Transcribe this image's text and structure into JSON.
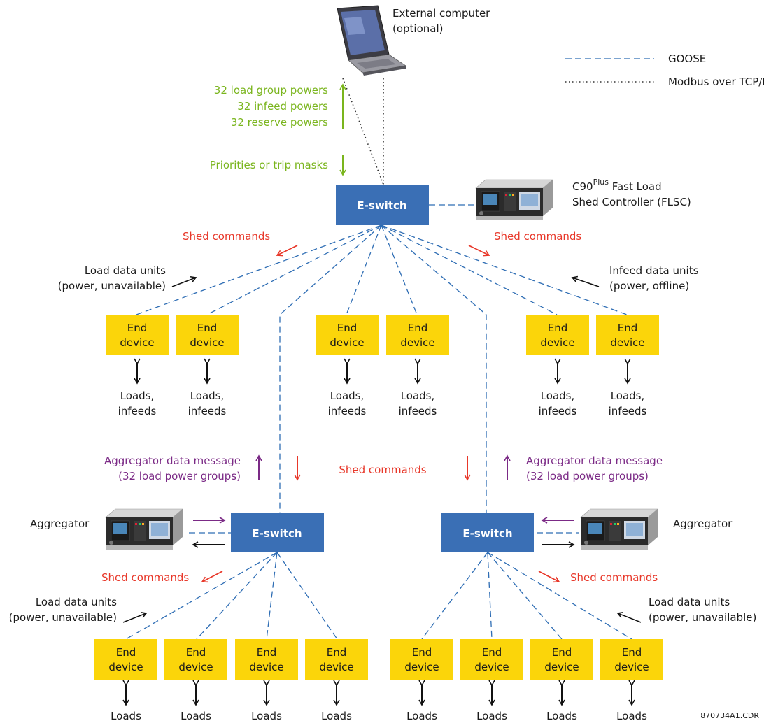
{
  "external_computer": {
    "line1": "External computer",
    "line2": "(optional)"
  },
  "legend": {
    "goose": "GOOSE",
    "modbus": "Modbus over TCP/IP"
  },
  "uplink": {
    "line1": "32 load group powers",
    "line2": "32 infeed powers",
    "line3": "32 reserve powers",
    "priorities": "Priorities or trip masks"
  },
  "flsc": {
    "model": "C90",
    "superscript": "Plus",
    "line1_rest": " Fast Load",
    "line2": "Shed Controller (FLSC)"
  },
  "switch_label": "E-switch",
  "shed_commands": "Shed commands",
  "load_data_units": {
    "line1": "Load data units",
    "line2": "(power, unavailable)"
  },
  "infeed_data_units": {
    "line1": "Infeed data units",
    "line2": "(power, offline)"
  },
  "end_device": {
    "line1": "End",
    "line2": "device"
  },
  "loads_infeeds": {
    "line1": "Loads,",
    "line2": "infeeds"
  },
  "loads": "Loads",
  "aggregator_message": {
    "line1": "Aggregator data message",
    "line2": "(32 load power groups)"
  },
  "aggregator": "Aggregator",
  "figure_id": "870734A1.CDR",
  "colors": {
    "switch": "#3a6fb5",
    "end_device": "#fbd50a",
    "goose": "#2e6db4",
    "green_text": "#7ab51d",
    "red_text": "#e8382a",
    "purple_text": "#7b2a86"
  },
  "icons": {
    "laptop": "laptop-icon",
    "relay": "relay-device-icon",
    "arrow": "arrow-icon"
  }
}
